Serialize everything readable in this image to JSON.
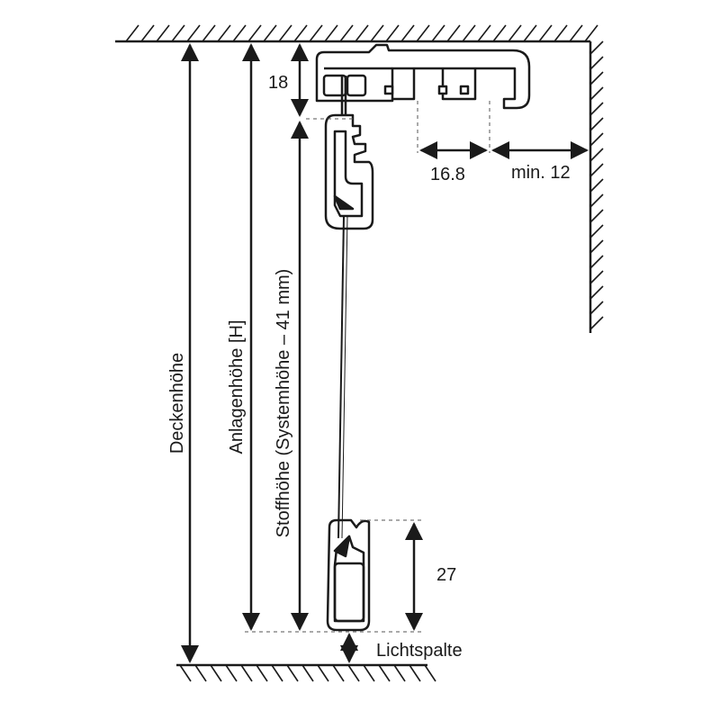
{
  "dimensions": {
    "top_gap": "18",
    "rail_offset": "16.8",
    "wall_clearance": "min. 12",
    "ceiling_height": "Deckenhöhe",
    "system_height": "Anlagenhöhe [H]",
    "fabric_height": "Stoffhöhe (Systemhöhe – 41 mm)",
    "bottom_rail_height": "27",
    "light_gap": "Lichtspalte"
  },
  "colors": {
    "line": "#1a1a1a",
    "dashed": "#555555"
  }
}
